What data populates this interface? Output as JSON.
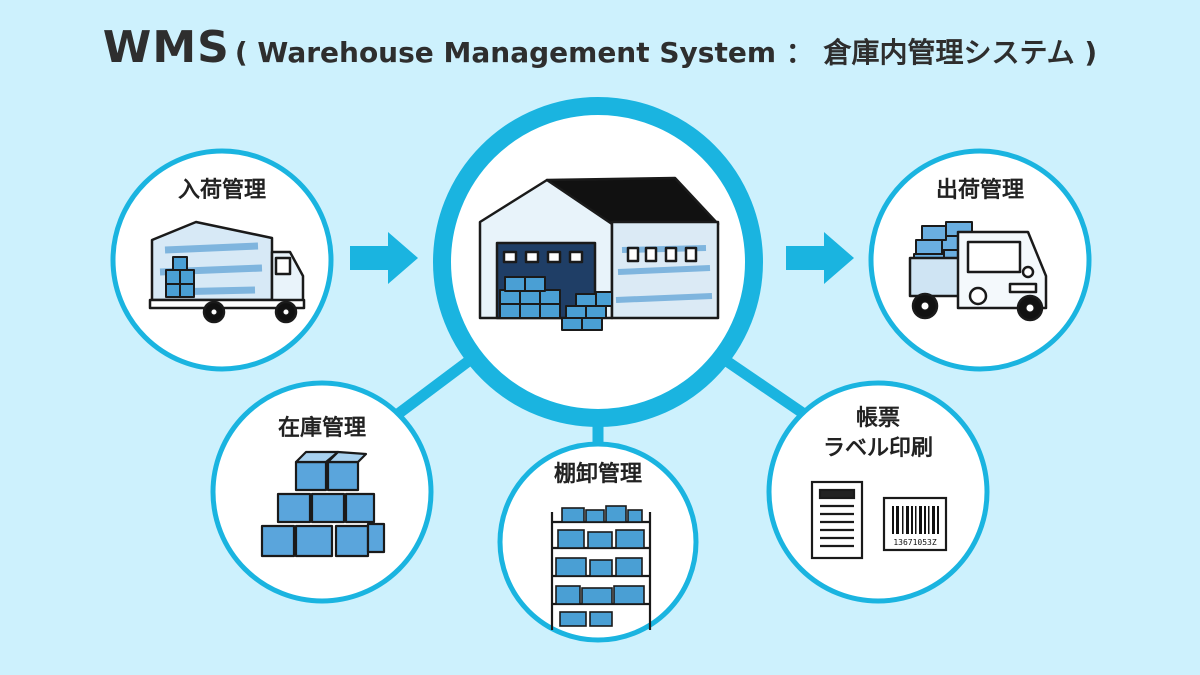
{
  "title": {
    "acronym": "WMS",
    "expansion": "( Warehouse Management System ： 倉庫内管理システム )"
  },
  "nodes": {
    "receiving": "入荷管理",
    "shipping": "出荷管理",
    "inventory": "在庫管理",
    "shelving": "棚卸管理",
    "labels_line1": "帳票",
    "labels_line2": "ラベル印刷"
  },
  "barcode_number": "13671053Z",
  "colors": {
    "background": "#cdf1fd",
    "accent": "#1ab4e0",
    "box_blue": "#4a9fd4",
    "ink": "#1a1a1a"
  },
  "icons": [
    "truck-icon",
    "warehouse-icon",
    "cube-stack-icon",
    "shelf-icon",
    "document-icon",
    "barcode-icon",
    "arrow-right-icon"
  ]
}
